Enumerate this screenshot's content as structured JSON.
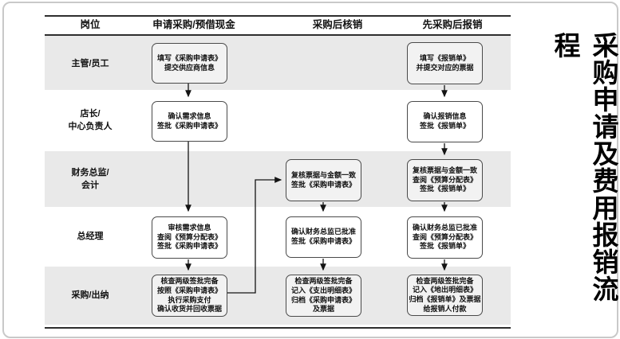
{
  "title": {
    "vertical_text": "采购申请及费用报销流程"
  },
  "header": {
    "position_column": "岗位",
    "columns": [
      "申请采购/预借现金",
      "采购后核销",
      "先采购后报销"
    ]
  },
  "lanes": {
    "lane1": "主管/员工",
    "lane2": "店长/\n中心负责人",
    "lane3": "财务总监/\n会计",
    "lane4": "总经理",
    "lane5": "采购/出纳"
  },
  "nodes": {
    "apply_fill": "填写《采购申请表》\n提交供应商信息",
    "apply_confirm": "确认需求信息\n签批《采购申请表》",
    "apply_review": "审核需求信息\n查阅《预算分配表》\n签批《采购申请表》",
    "apply_execute": "核查两级签批完备\n按照《采购申请表》\n执行采购支付\n确认收货并回收票据",
    "verify_review": "复核票据与金额一致\n签批《采购申请表》",
    "verify_confirm": "确认财务总监已批准\n签批《采购申请表》",
    "verify_archive": "检查两级签批完备\n记入《支出明细表》\n归档《采购申请表》\n及票据",
    "reimburse_fill": "填写《报销单》\n并提交对应的票据",
    "reimburse_confirm": "确认报销信息\n签批《报销单》",
    "reimburse_review": "复核票据与金额一致\n查阅《预算分配表》\n签批《报销单》",
    "reimburse_gm": "确认财务总监已批准\n查阅《预算分配表》\n签批《报销单》",
    "reimburse_pay": "检查两级签批完备\n记入《地出明细表》\n归档《报销单》及票据\n给报销人付款"
  },
  "colors": {
    "lane_band": "#e9e9e9",
    "rule": "#2e2e2e",
    "box_border": "#4a4a4a",
    "arrow": "#141414",
    "frame": "#c9c9c9"
  }
}
